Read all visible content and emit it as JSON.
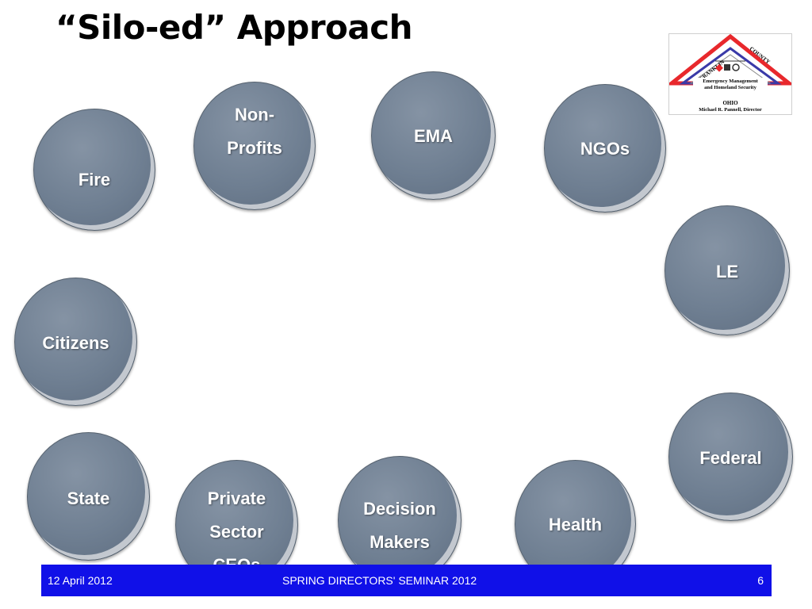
{
  "slide": {
    "title": "“Silo-ed” Approach",
    "logo": {
      "arc_left": "FRANKLIN",
      "arc_right": "COUNTY",
      "line1": "Emergency Management",
      "line2": "and Homeland Security",
      "line3": "OHIO",
      "line4": "Michael R. Pannell, Director",
      "colors": {
        "outer": "#e8282c",
        "inner": "#3a3aa8"
      }
    },
    "nodes": [
      {
        "lines": [
          "Fire"
        ]
      },
      {
        "lines": [
          "Non-",
          "Profits"
        ]
      },
      {
        "lines": [
          "EMA"
        ]
      },
      {
        "lines": [
          "NGOs"
        ]
      },
      {
        "lines": [
          "LE"
        ]
      },
      {
        "lines": [
          "Citizens"
        ]
      },
      {
        "lines": [
          "Federal"
        ]
      },
      {
        "lines": [
          "State"
        ]
      },
      {
        "lines": [
          "Private",
          "Sector",
          "CEOs"
        ]
      },
      {
        "lines": [
          "Decision",
          "Makers"
        ]
      },
      {
        "lines": [
          "Health"
        ]
      }
    ],
    "footer": {
      "date": "12 April 2012",
      "event": "SPRING DIRECTORS' SEMINAR 2012",
      "page": "6",
      "color": "#1010e8"
    }
  }
}
